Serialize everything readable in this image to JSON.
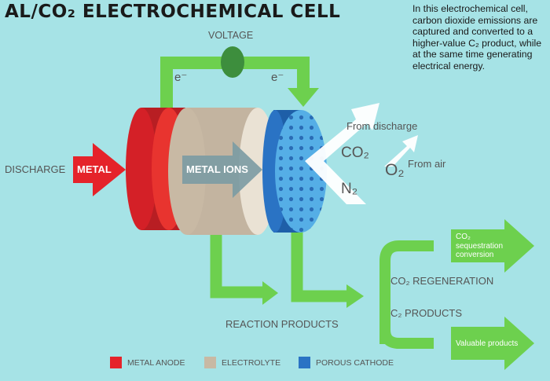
{
  "title": "AL/CO₂ ELECTROCHEMICAL CELL",
  "description": "In this electrochemical cell, carbon dioxide emissions are captured and converted to a higher-value C₂ product, while at the same time generating electrical energy.",
  "labels": {
    "voltage": "VOLTAGE",
    "electron_left": "e⁻",
    "electron_right": "e⁻",
    "discharge": "DISCHARGE",
    "metal": "METAL",
    "metal_ions": "METAL IONS",
    "co2": "CO₂",
    "n2": "N₂",
    "o2": "O₂",
    "from_discharge": "From discharge",
    "from_air": "From air",
    "reaction_products": "REACTION PRODUCTS",
    "co2_regeneration": "CO₂ REGENERATION",
    "c2_products": "C₂ PRODUCTS",
    "co2_sequestration": "CO₂ sequestration conversion",
    "valuable_products": "Valuable products"
  },
  "legend": [
    {
      "label": "METAL ANODE",
      "color": "#e5232a"
    },
    {
      "label": "ELECTROLYTE",
      "color": "#c8b9a4"
    },
    {
      "label": "POROUS CATHODE",
      "color": "#2a73c4"
    }
  ],
  "colors": {
    "background": "#a6e3e6",
    "arrow_green": "#6dd04e",
    "voltage_node": "#3d8e3d",
    "anode": "#e5232a",
    "electrolyte": "#c8b9a4",
    "cathode": "#2a73c4"
  }
}
